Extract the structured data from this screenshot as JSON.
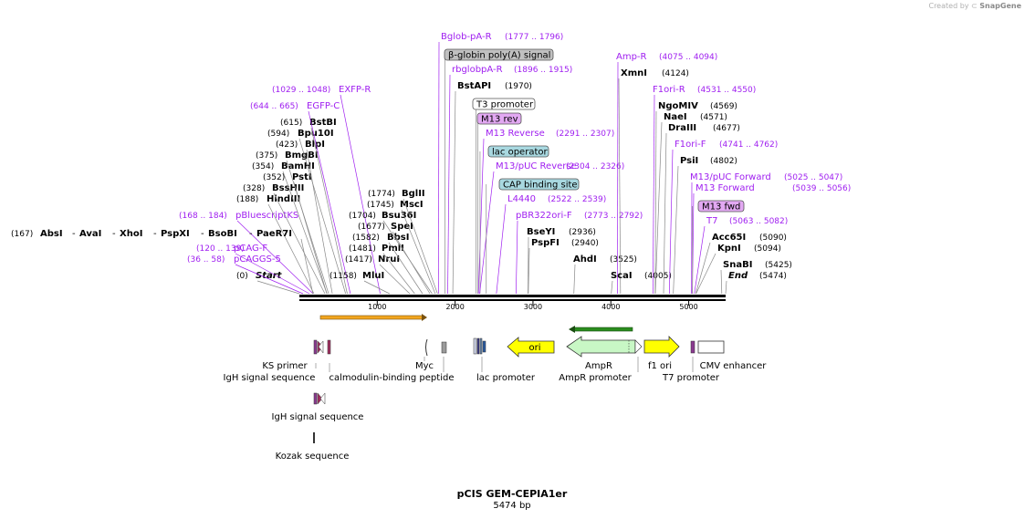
{
  "credit": {
    "created_by": "Created by",
    "app": "SnapGene",
    "logo_icon": "snapgene-logo-icon"
  },
  "plasmid": {
    "name": "pCIS GEM-CEPIA1er",
    "length_label": "5474 bp",
    "length": 5474
  },
  "colors": {
    "backbone": "#000000",
    "primer": "#a020f0",
    "site": "#000000",
    "coords": "#000000",
    "orange_arrow": "#f2a61f",
    "green_arrow": "#2a8c1e",
    "ori_fill": "#ffff00",
    "ampr_fill": "#c8f7c5",
    "purple_feature": "#8a3a8f"
  },
  "ruler_ticks": [
    "1000",
    "2000",
    "3000",
    "4000",
    "5000"
  ],
  "top_labels": [
    {
      "name": "Start",
      "coords": "(0)",
      "kind": "endpoint",
      "pos": 0
    },
    {
      "name": "pCAGGS-5",
      "coords": "(36 .. 58)",
      "kind": "primer",
      "pos": 47
    },
    {
      "name": "pCAG-F",
      "coords": "(120 .. 139)",
      "kind": "primer",
      "pos": 130
    },
    {
      "name": "pBluescriptKS",
      "coords": "(168 .. 184)",
      "kind": "primer",
      "pos": 176
    },
    {
      "name": "AbsI",
      "coords": "(167)",
      "kind": "site",
      "pos": 167
    },
    {
      "name": "AvaI",
      "coords": "",
      "kind": "site",
      "pos": 173
    },
    {
      "name": "XhoI",
      "coords": "",
      "kind": "site",
      "pos": 173
    },
    {
      "name": "PspXI",
      "coords": "",
      "kind": "site",
      "pos": 173
    },
    {
      "name": "BsoBI",
      "coords": "",
      "kind": "site",
      "pos": 173
    },
    {
      "name": "PaeR7I",
      "coords": "",
      "kind": "site",
      "pos": 173
    },
    {
      "name": "HindIII",
      "coords": "(188)",
      "kind": "site",
      "pos": 188
    },
    {
      "name": "BssHII",
      "coords": "(328)",
      "kind": "site",
      "pos": 328
    },
    {
      "name": "PstI",
      "coords": "(352)",
      "kind": "site",
      "pos": 352
    },
    {
      "name": "BamHI",
      "coords": "(354)",
      "kind": "site",
      "pos": 354
    },
    {
      "name": "BmgBI",
      "coords": "(375)",
      "kind": "site",
      "pos": 375
    },
    {
      "name": "BlpI",
      "coords": "(423)",
      "kind": "site",
      "pos": 423
    },
    {
      "name": "Bpu10I",
      "coords": "(594)",
      "kind": "site",
      "pos": 594
    },
    {
      "name": "BstBI",
      "coords": "(615)",
      "kind": "site",
      "pos": 615
    },
    {
      "name": "EGFP-C",
      "coords": "(644 .. 665)",
      "kind": "primer",
      "pos": 655
    },
    {
      "name": "EXFP-R",
      "coords": "(1029 .. 1048)",
      "kind": "primer",
      "pos": 1038
    },
    {
      "name": "MluI",
      "coords": "(1158)",
      "kind": "site",
      "pos": 1158
    },
    {
      "name": "NruI",
      "coords": "(1417)",
      "kind": "site",
      "pos": 1417
    },
    {
      "name": "PmlI",
      "coords": "(1481)",
      "kind": "site",
      "pos": 1481
    },
    {
      "name": "BbsI",
      "coords": "(1582)",
      "kind": "site",
      "pos": 1582
    },
    {
      "name": "SpeI",
      "coords": "(1677)",
      "kind": "site",
      "pos": 1677
    },
    {
      "name": "Bsu36I",
      "coords": "(1704)",
      "kind": "site",
      "pos": 1704
    },
    {
      "name": "MscI",
      "coords": "(1745)",
      "kind": "site",
      "pos": 1745
    },
    {
      "name": "BglII",
      "coords": "(1774)",
      "kind": "site",
      "pos": 1774
    },
    {
      "name": "Bglob-pA-R",
      "coords": "(1777 .. 1796)",
      "kind": "primer",
      "pos": 1786
    },
    {
      "name": "β-globin poly(A) signal",
      "coords": "",
      "kind": "feature_box",
      "pos": 1870
    },
    {
      "name": "rbglobpA-R",
      "coords": "(1896 .. 1915)",
      "kind": "primer",
      "pos": 1905
    },
    {
      "name": "BstAPI",
      "coords": "(1970)",
      "kind": "site",
      "pos": 1970
    },
    {
      "name": "T3 promoter",
      "coords": "",
      "kind": "feature_box",
      "pos": 2270
    },
    {
      "name": "M13 rev",
      "coords": "",
      "kind": "feature_box",
      "pos": 2290
    },
    {
      "name": "M13 Reverse",
      "coords": "(2291 .. 2307)",
      "kind": "primer",
      "pos": 2299
    },
    {
      "name": "lac operator",
      "coords": "",
      "kind": "feature_box",
      "pos": 2320
    },
    {
      "name": "M13/pUC Reverse",
      "coords": "(2304 .. 2326)",
      "kind": "primer",
      "pos": 2315
    },
    {
      "name": "CAP binding site",
      "coords": "",
      "kind": "feature_box",
      "pos": 2400
    },
    {
      "name": "L4440",
      "coords": "(2522 .. 2539)",
      "kind": "primer",
      "pos": 2530
    },
    {
      "name": "pBR322ori-F",
      "coords": "(2773 .. 2792)",
      "kind": "primer",
      "pos": 2782
    },
    {
      "name": "BseYI",
      "coords": "(2936)",
      "kind": "site",
      "pos": 2936
    },
    {
      "name": "PspFI",
      "coords": "(2940)",
      "kind": "site",
      "pos": 2940
    },
    {
      "name": "AhdI",
      "coords": "(3525)",
      "kind": "site",
      "pos": 3525
    },
    {
      "name": "Amp-R",
      "coords": "(4075 .. 4094)",
      "kind": "primer",
      "pos": 4084
    },
    {
      "name": "XmnI",
      "coords": "(4124)",
      "kind": "site",
      "pos": 4124
    },
    {
      "name": "ScaI",
      "coords": "(4005)",
      "kind": "site",
      "pos": 4005
    },
    {
      "name": "F1ori-R",
      "coords": "(4531 .. 4550)",
      "kind": "primer",
      "pos": 4540
    },
    {
      "name": "NgoMIV",
      "coords": "(4569)",
      "kind": "site",
      "pos": 4569
    },
    {
      "name": "NaeI",
      "coords": "(4571)",
      "kind": "site",
      "pos": 4571
    },
    {
      "name": "DraIII",
      "coords": "(4677)",
      "kind": "site",
      "pos": 4677
    },
    {
      "name": "F1ori-F",
      "coords": "(4741 .. 4762)",
      "kind": "primer",
      "pos": 4751
    },
    {
      "name": "PsiI",
      "coords": "(4802)",
      "kind": "site",
      "pos": 4802
    },
    {
      "name": "M13/pUC Forward",
      "coords": "(5025 .. 5047)",
      "kind": "primer",
      "pos": 5036
    },
    {
      "name": "M13 Forward",
      "coords": "(5039 .. 5056)",
      "kind": "primer",
      "pos": 5047
    },
    {
      "name": "M13 fwd",
      "coords": "",
      "kind": "feature_box",
      "pos": 5048
    },
    {
      "name": "T7",
      "coords": "(5063 .. 5082)",
      "kind": "primer",
      "pos": 5072
    },
    {
      "name": "Acc65I",
      "coords": "(5090)",
      "kind": "site",
      "pos": 5090
    },
    {
      "name": "KpnI",
      "coords": "(5094)",
      "kind": "site",
      "pos": 5094
    },
    {
      "name": "SnaBI",
      "coords": "(5425)",
      "kind": "site",
      "pos": 5425
    },
    {
      "name": "End",
      "coords": "(5474)",
      "kind": "endpoint",
      "pos": 5474
    }
  ],
  "bottom_features": [
    {
      "name": "KS primer",
      "pos": 190
    },
    {
      "name": "IgH signal sequence",
      "pos": 225
    },
    {
      "name": "calmodulin-binding peptide",
      "pos": 1700
    },
    {
      "name": "Myc",
      "pos": 1760
    },
    {
      "name": "lac promoter",
      "pos": 2360
    },
    {
      "name": "ori",
      "pos": 3000
    },
    {
      "name": "AmpR",
      "pos": 3830
    },
    {
      "name": "AmpR promoter",
      "pos": 4200
    },
    {
      "name": "f1 ori",
      "pos": 4650
    },
    {
      "name": "T7 promoter",
      "pos": 5072
    },
    {
      "name": "CMV enhancer",
      "pos": 5260
    },
    {
      "name": "IgH signal sequence",
      "pos": 225
    },
    {
      "name": "Kozak sequence",
      "pos": 205
    }
  ]
}
